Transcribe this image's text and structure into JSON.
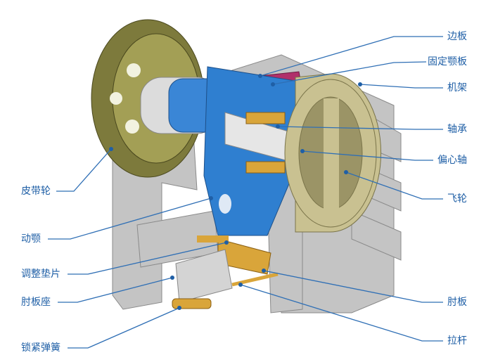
{
  "title_labels": {
    "right": [
      {
        "id": "side-plate",
        "text": "边板"
      },
      {
        "id": "fixed-jaw-plate",
        "text": "固定颚板"
      },
      {
        "id": "frame",
        "text": "机架"
      },
      {
        "id": "bearing",
        "text": "轴承"
      },
      {
        "id": "eccentric-shaft",
        "text": "偏心轴"
      },
      {
        "id": "flywheel",
        "text": "飞轮"
      },
      {
        "id": "toggle-plate",
        "text": "肘板"
      },
      {
        "id": "tie-rod",
        "text": "拉杆"
      }
    ],
    "left": [
      {
        "id": "belt-pulley",
        "text": "皮带轮"
      },
      {
        "id": "moving-jaw",
        "text": "动颚"
      },
      {
        "id": "adjusting-shim",
        "text": "调整垫片"
      },
      {
        "id": "toggle-seat",
        "text": "肘板座"
      },
      {
        "id": "locking-spring",
        "text": "锁紧弹簧"
      }
    ]
  },
  "colors": {
    "label": "#1f5fa6",
    "frame": "#c9c9c9",
    "jaw": "#2f7fd0",
    "pulley": "#7d7a3c",
    "flywheel": "#c9c191",
    "plate": "#b0306a",
    "brass": "#d9a53a"
  }
}
